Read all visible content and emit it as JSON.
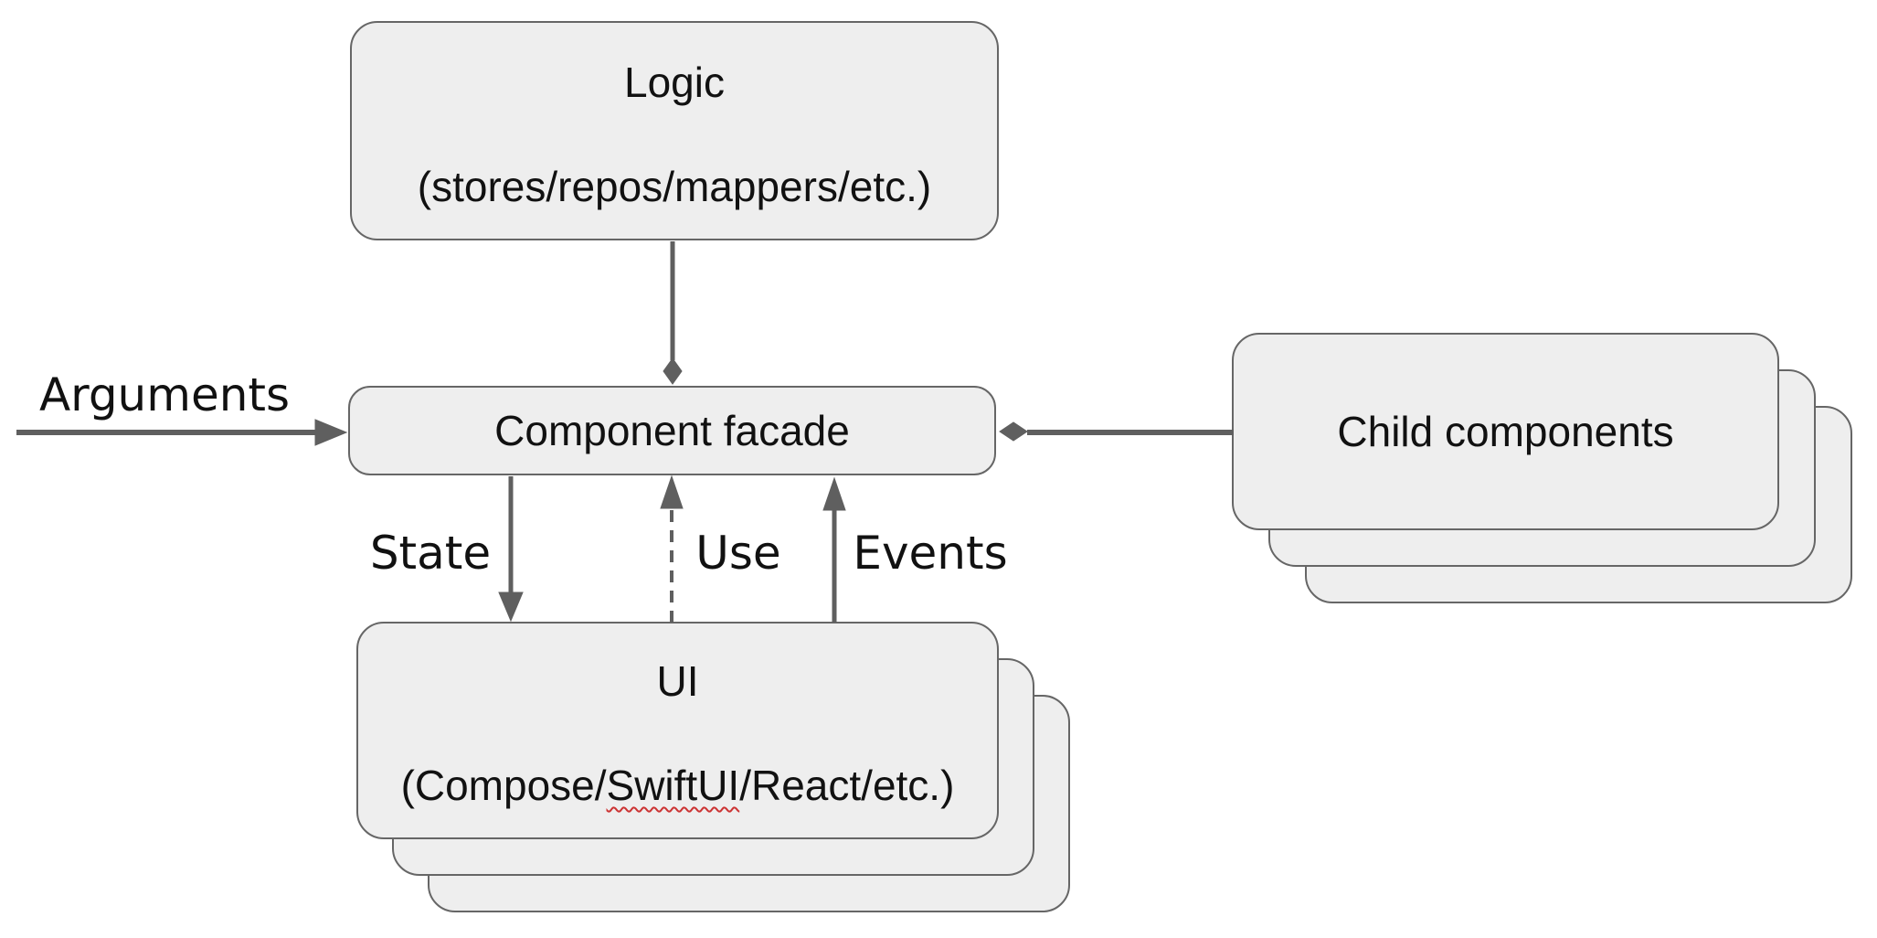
{
  "diagram": {
    "nodes": {
      "logic": {
        "title": "Logic",
        "subtitle": "(stores/repos/mappers/etc.)"
      },
      "component_facade": {
        "title": "Component facade"
      },
      "ui": {
        "title": "UI",
        "subtitle_parts": {
          "prefix": "(Compose/",
          "misspelled": "SwiftUI",
          "suffix": "/React/etc.)"
        }
      },
      "child_components": {
        "title": "Child components"
      }
    },
    "edge_labels": {
      "arguments": "Arguments",
      "state": "State",
      "use": "Use",
      "events": "Events"
    },
    "colors": {
      "background": "#ffffff",
      "node_fill": "#eeeeee",
      "node_border": "#666666",
      "connector": "#5f5f5f",
      "text": "#111111",
      "spellcheck_underline": "#cc3333"
    }
  }
}
